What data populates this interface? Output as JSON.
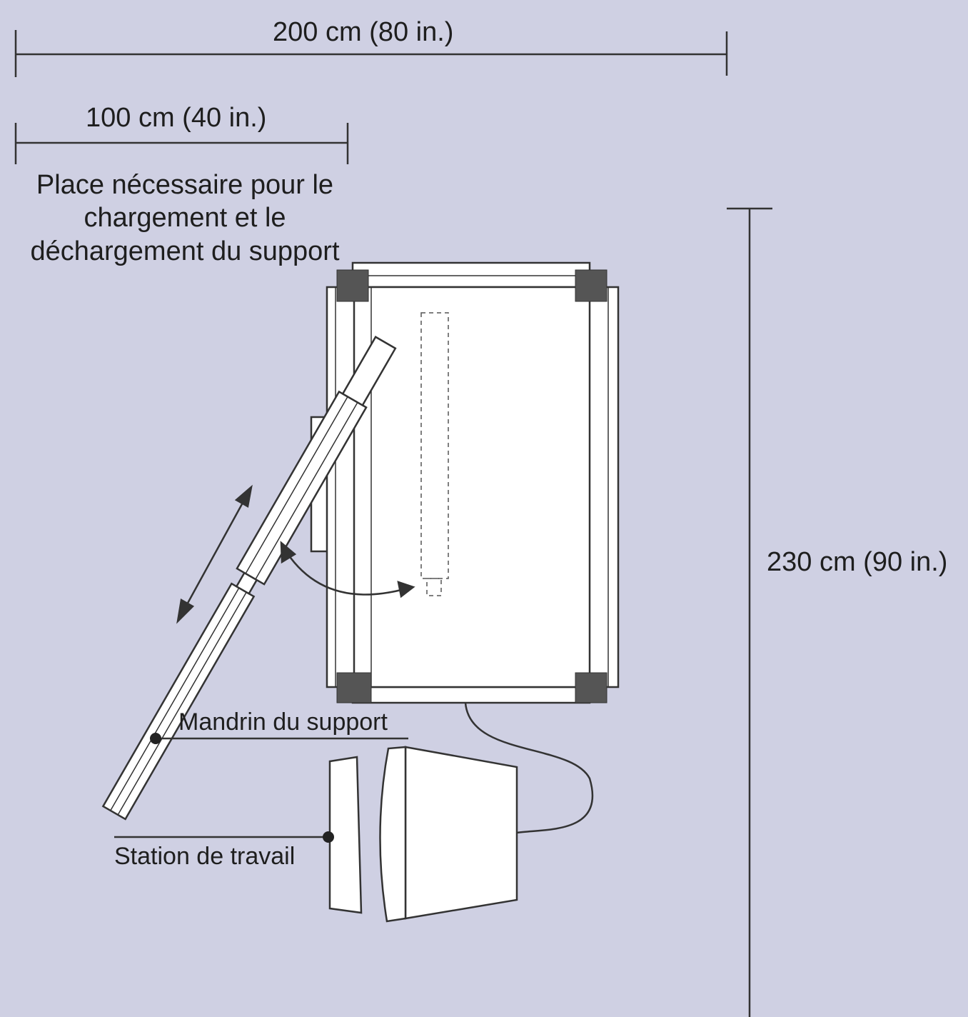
{
  "dimensions": {
    "width_overall": "200 cm (80 in.)",
    "width_loading": "100 cm (40 in.)",
    "depth_overall": "230 cm (90 in.)"
  },
  "notes": {
    "loading_space": "Place nécessaire pour le chargement et le déchargement du support"
  },
  "callouts": {
    "media_spindle": "Mandrin du support",
    "workstation": "Station de travail"
  },
  "colors": {
    "background": "#cfd0e3",
    "line": "#333333",
    "fill": "#ffffff",
    "corner": "#555555"
  }
}
